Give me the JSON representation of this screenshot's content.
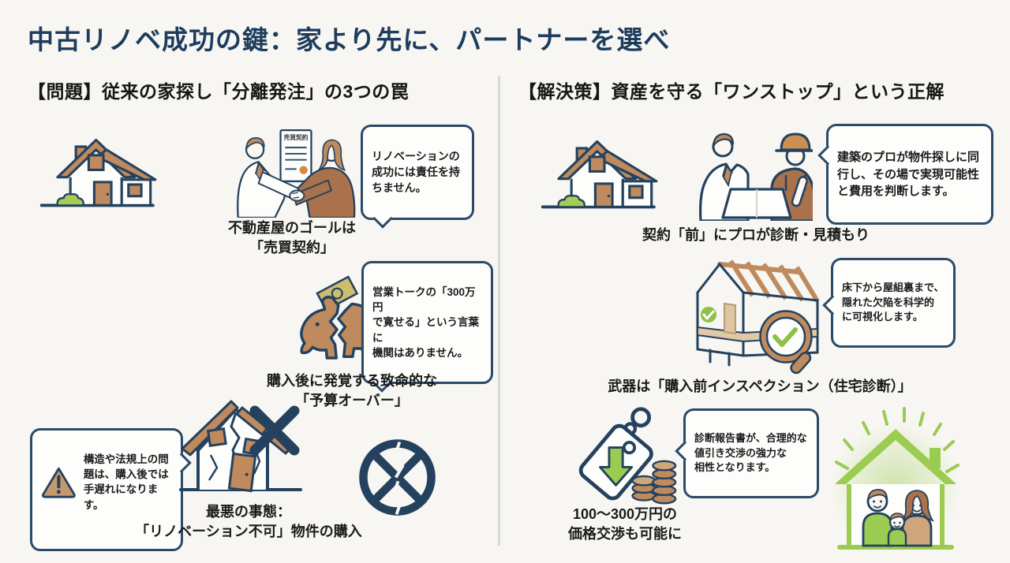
{
  "title": "中古リノベ成功の鍵：家より先に、パートナーを選べ",
  "colors": {
    "title_navy": "#1d3c5e",
    "outline_navy": "#24425f",
    "tan": "#bf8a5e",
    "brown": "#a9714c",
    "green": "#9ccb52",
    "bill_yellow": "#cdbd6e",
    "seal_orange": "#d9883f",
    "background": "#f7f6f2",
    "divider_gray": "#d9d9d4"
  },
  "left": {
    "header": "【問題】従来の家探し「分離発注」の3つの罠",
    "items": [
      {
        "icons": [
          "house-icon",
          "handshake-contract-icon"
        ],
        "doc_label": "売買契約",
        "bubble": "リノベーションの\n成功には責任を持\nちません。",
        "caption": "不動産屋のゴールは\n「売買契約」"
      },
      {
        "icons": [
          "money-bill-icon",
          "broken-piggy-bank-icon"
        ],
        "bubble": "営業トークの「300万円\nで寛せる」という言葉に\n機関はありません。",
        "caption": "購入後に発覚する致命的な\n「予算オーバー」"
      },
      {
        "icons": [
          "warning-triangle-icon",
          "cracked-house-icon",
          "no-renovation-icon"
        ],
        "bubble": "構造や法規上の問\n題は、購入後では\n手遅れになります。",
        "caption": "最悪の事態：\n「リノベーション不可」物件の購入"
      }
    ]
  },
  "right": {
    "header": "【解決策】資産を守る「ワンストップ」という正解",
    "items": [
      {
        "icons": [
          "house-icon",
          "professionals-blueprint-icon"
        ],
        "bubble": "建築のプロが物件探しに同\n行し、その場で実現可能性\nと費用を判断します。",
        "caption": "契約「前」にプロが診断・見積もり"
      },
      {
        "icons": [
          "house-frame-inspection-icon",
          "magnifier-check-icon"
        ],
        "bubble": "床下から屋組裏まで、\n隠れた欠陥を科学的\nに可視化します。",
        "caption": "武器は「購入前インスペクション（住宅診断）」"
      },
      {
        "icons": [
          "price-tag-down-icon",
          "coins-icon",
          "family-home-icon"
        ],
        "bubble": "診断報告書が、合理的な\n値引き交渉の強力な\n相性となります。",
        "caption": "100〜300万円の\n価格交渉も可能に"
      }
    ]
  }
}
